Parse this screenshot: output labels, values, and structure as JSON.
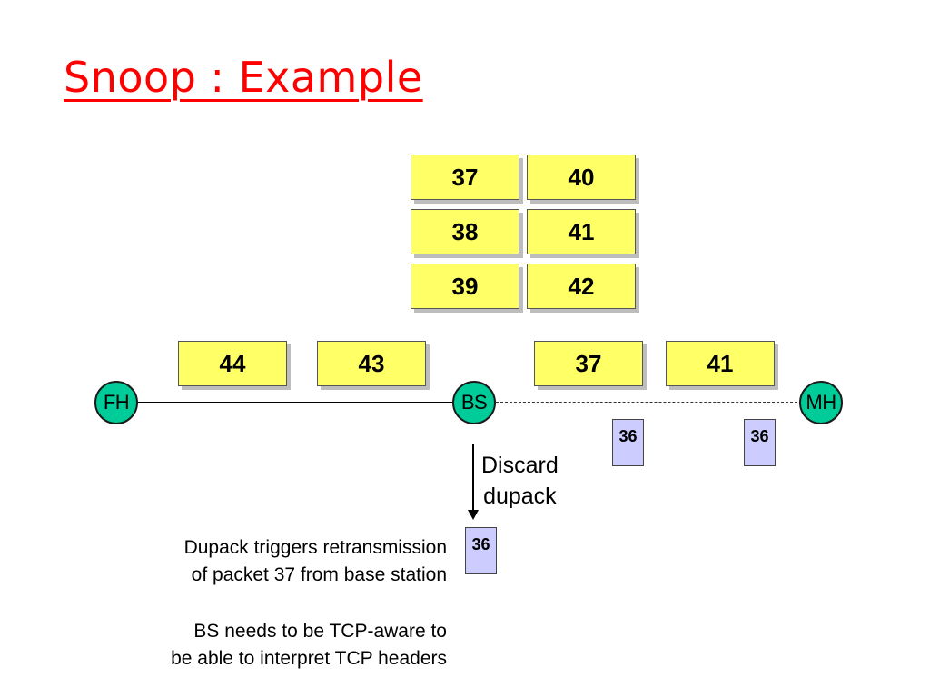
{
  "slide": {
    "title": "Snoop : Example"
  },
  "buffer": {
    "left_column": [
      "37",
      "38",
      "39"
    ],
    "right_column": [
      "40",
      "41",
      "42"
    ]
  },
  "wired_link_packets": [
    "44",
    "43"
  ],
  "wireless_link_packets": [
    "37",
    "41"
  ],
  "nodes": {
    "fixed_host": "FH",
    "base_station": "BS",
    "mobile_host": "MH"
  },
  "acks": {
    "wireless_1": "36",
    "wireless_2": "36",
    "discarded": "36"
  },
  "discard_label": {
    "line1": "Discard",
    "line2": "dupack"
  },
  "notes": {
    "retransmit_line1": "Dupack triggers retransmission",
    "retransmit_line2": "of packet 37 from base station",
    "tcp_line1": "BS needs to be TCP-aware to",
    "tcp_line2": "be able to interpret TCP headers"
  },
  "colors": {
    "title": "#ff0000",
    "packet_fill": "#ffff66",
    "ack_fill": "#ccccff",
    "node_fill": "#00cc99"
  }
}
